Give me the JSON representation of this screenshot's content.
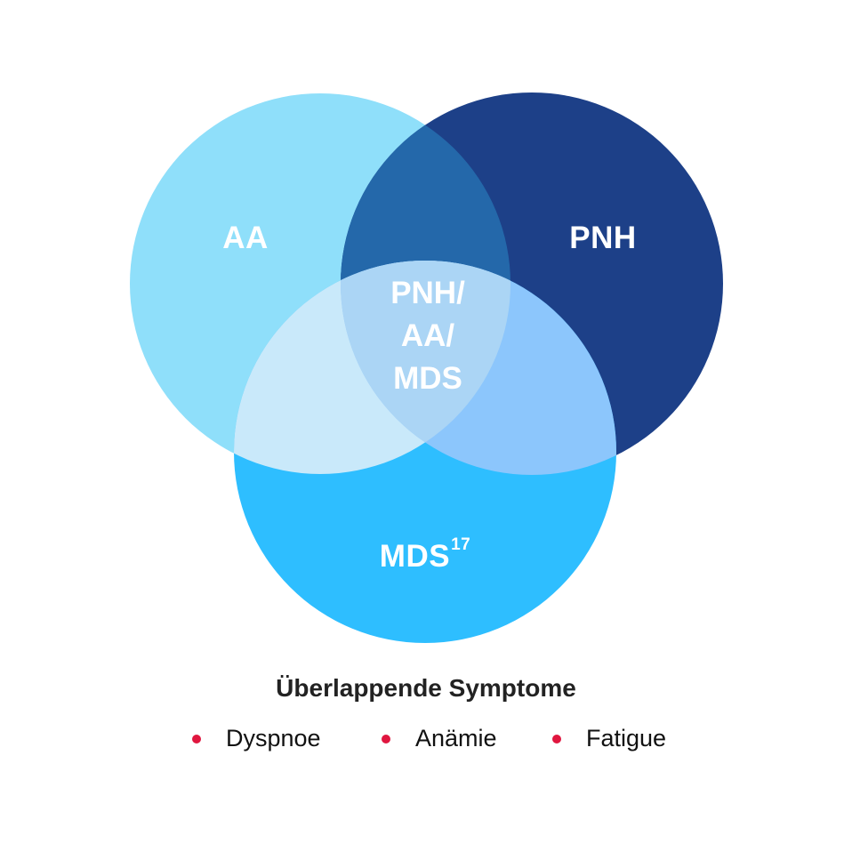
{
  "diagram": {
    "type": "venn",
    "sets": [
      {
        "id": "aa",
        "label": "AA",
        "color": "#8fdffa"
      },
      {
        "id": "pnh",
        "label": "PNH",
        "color": "#1d4088"
      },
      {
        "id": "mds",
        "label": "MDS",
        "superscript": "17",
        "color": "#2ebeff"
      }
    ],
    "intersections": {
      "aa_pnh": "#2468aa",
      "aa_mds": "#c9e9fa",
      "pnh_mds": "#8cc6fc",
      "all": "#abd5f5"
    },
    "center_label_lines": [
      "PNH/",
      "AA/",
      "MDS"
    ]
  },
  "symptoms": {
    "title": "Überlappende Symptome",
    "bullet_color": "#e0163f",
    "items": [
      "Dyspnoe",
      "Anämie",
      "Fatigue"
    ]
  }
}
